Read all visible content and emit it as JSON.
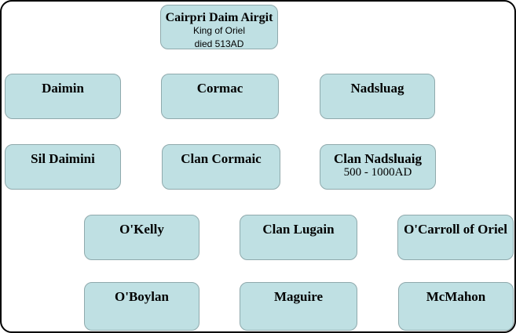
{
  "colors": {
    "box_fill": "#bfe0e3",
    "box_border": "#8fa9ac",
    "frame_border": "#000000",
    "text": "#000000",
    "background": "#ffffff"
  },
  "family_tree": {
    "nodes": [
      {
        "title": "Cairpri Daim Airgit",
        "subtitle1": "King of Oriel",
        "subtitle2": "died 513AD"
      },
      {
        "title": "Daimin"
      },
      {
        "title": "Cormac"
      },
      {
        "title": "Nadsluag"
      },
      {
        "title": "Sil Daimini"
      },
      {
        "title": "Clan Cormaic"
      },
      {
        "title": "Clan Nadsluaig",
        "subtitle1": "500 - 1000AD"
      },
      {
        "title": "O'Kelly"
      },
      {
        "title": "Clan Lugain"
      },
      {
        "title": "O'Carroll of Oriel"
      },
      {
        "title": "O'Boylan"
      },
      {
        "title": "Maguire"
      },
      {
        "title": "McMahon"
      }
    ]
  }
}
